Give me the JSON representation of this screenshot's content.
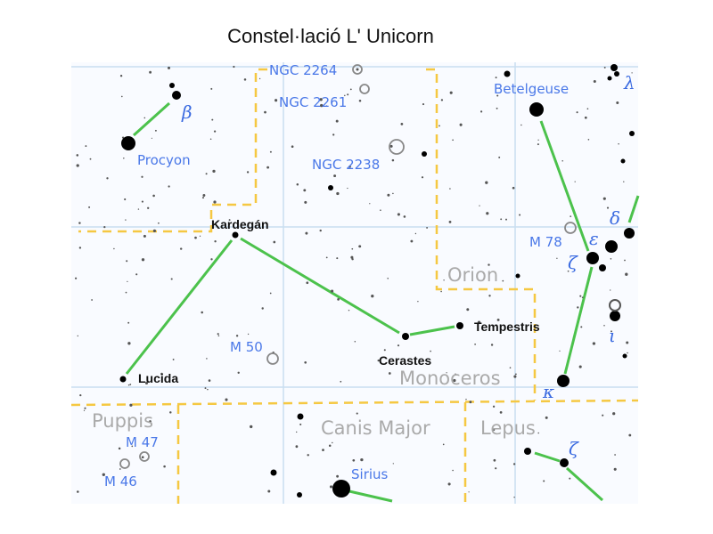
{
  "title": "Constel·lació L' Unicorn",
  "star_names": {
    "kardegan": "Kardegán",
    "lucida": "Lucida",
    "cerastes": "Cerastes",
    "tempestris": "Tempestris"
  },
  "map_labels": {
    "ngc2264": "NGC 2264",
    "ngc2261": "NGC 2261",
    "ngc2238": "NGC 2238",
    "procyon": "Procyon",
    "beta": "β",
    "betelgeuse": "Betelgeuse",
    "lambda": "λ",
    "delta": "δ",
    "epsilon": "ε",
    "zeta_orion": "ζ",
    "m78": "M 78",
    "iota": "ι",
    "kappa": "κ",
    "m50": "M 50",
    "m47": "M 47",
    "m46": "M 46",
    "sirius": "Sirius",
    "zeta_lepus": "ζ"
  },
  "constellations": {
    "orion": "Orion",
    "monoceros": "Monoceros",
    "puppis": "Puppis",
    "canis_major": "Canis Major",
    "lepus": "Lepus"
  },
  "colors": {
    "figure_line": "#4cc24c",
    "boundary": "#f5c842",
    "label_blue": "#4a78e8"
  }
}
